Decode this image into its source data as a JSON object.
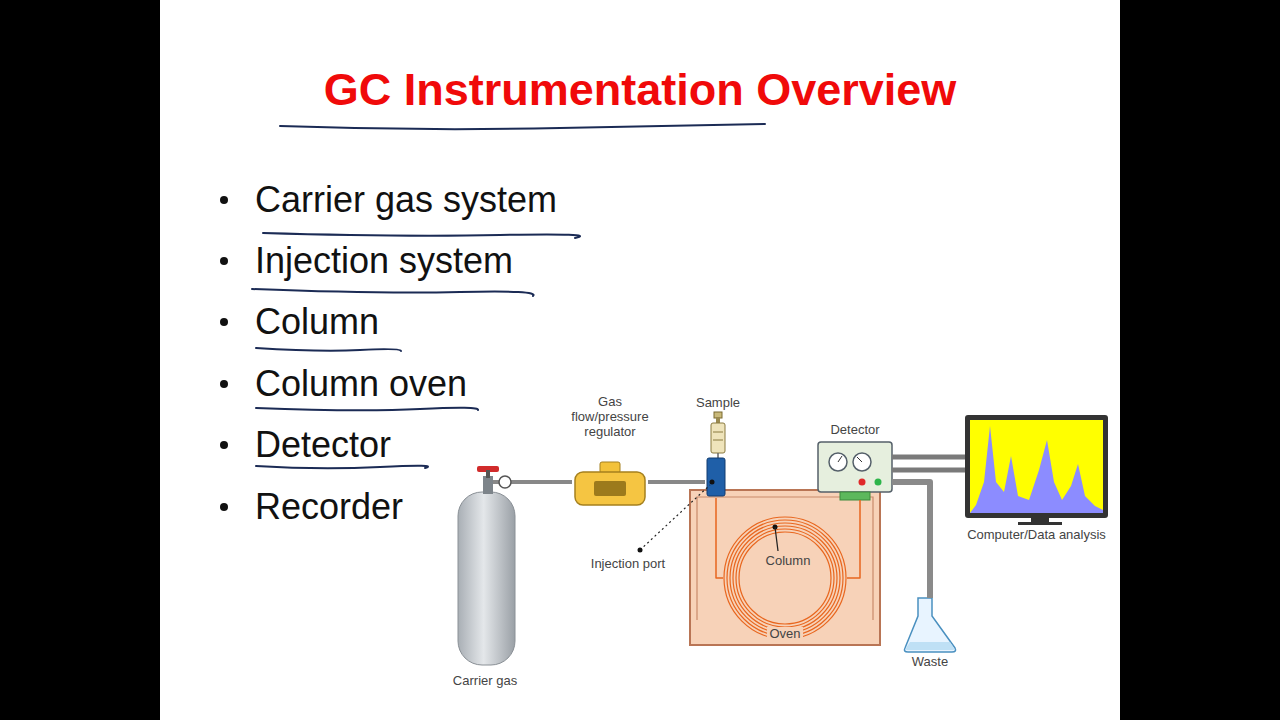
{
  "diagram": {
    "title": "GC Instrumentation Overview",
    "nodes": [
      {
        "text": [
          "Carrier gas"
        ]
      },
      {
        "text": [
          "Gas flow/pressure regulator"
        ]
      },
      {
        "text": [
          "Sample"
        ]
      },
      {
        "text": [
          "Injection port"
        ]
      },
      {
        "text": [
          "Oven"
        ]
      },
      {
        "text": [
          "Column"
        ],
        "in": 4
      },
      {
        "text": [
          "Detector"
        ]
      },
      {
        "text": [
          "Computer/Data analysis"
        ]
      },
      {
        "text": [
          "Waste"
        ]
      }
    ],
    "edges": [
      {
        "from": 0,
        "to": 1,
        "arrow": "none"
      },
      {
        "from": 1,
        "to": 3,
        "arrow": "none"
      },
      {
        "from": 3,
        "to": 5,
        "arrow": "none"
      },
      {
        "from": 5,
        "to": 6,
        "arrow": "none"
      },
      {
        "from": 6,
        "to": 7,
        "arrow": "none"
      },
      {
        "from": 6,
        "to": 8,
        "arrow": "none"
      }
    ],
    "labels": [
      "Carrier gas system",
      "Injection system",
      "Column",
      "Column oven",
      "Detector",
      "Recorder"
    ]
  }
}
